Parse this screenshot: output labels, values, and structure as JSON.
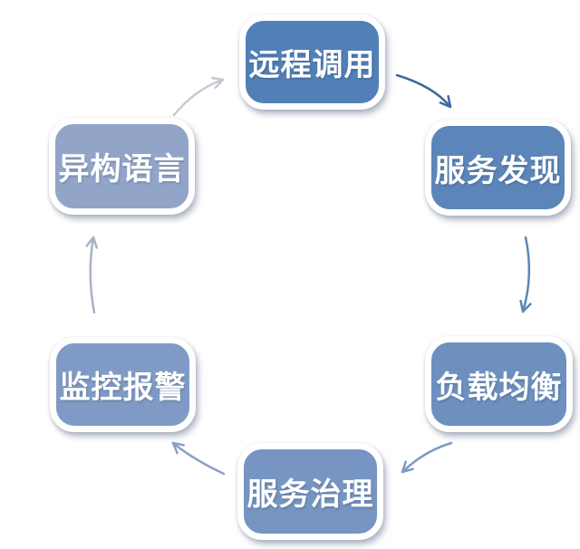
{
  "diagram": {
    "type": "cycle",
    "background": "#ffffff",
    "text_color": "#ffffff",
    "frame_color": "#ffffff",
    "nodes": [
      {
        "id": "remote-call",
        "label": "远程调用",
        "color": "#5180b7",
        "position": "top"
      },
      {
        "id": "service-discovery",
        "label": "服务发现",
        "color": "#5c86ba",
        "position": "top-right"
      },
      {
        "id": "load-balancing",
        "label": "负载均衡",
        "color": "#6d90bf",
        "position": "bottom-right"
      },
      {
        "id": "service-governance",
        "label": "服务治理",
        "color": "#7695c2",
        "position": "bottom"
      },
      {
        "id": "monitoring-alert",
        "label": "监控报警",
        "color": "#7f9bc5",
        "position": "bottom-left"
      },
      {
        "id": "heterogeneous-language",
        "label": "异构语言",
        "color": "#92a5c9",
        "position": "top-left"
      }
    ],
    "edges": [
      {
        "from": "remote-call",
        "to": "service-discovery",
        "color": "#41689e"
      },
      {
        "from": "service-discovery",
        "to": "load-balancing",
        "color": "#5e86b4"
      },
      {
        "from": "load-balancing",
        "to": "service-governance",
        "color": "#7e9ac1"
      },
      {
        "from": "service-governance",
        "to": "monitoring-alert",
        "color": "#8aa0c3"
      },
      {
        "from": "monitoring-alert",
        "to": "heterogeneous-language",
        "color": "#a8b2c6"
      },
      {
        "from": "heterogeneous-language",
        "to": "remote-call",
        "color": "#c4c9d3"
      }
    ]
  }
}
